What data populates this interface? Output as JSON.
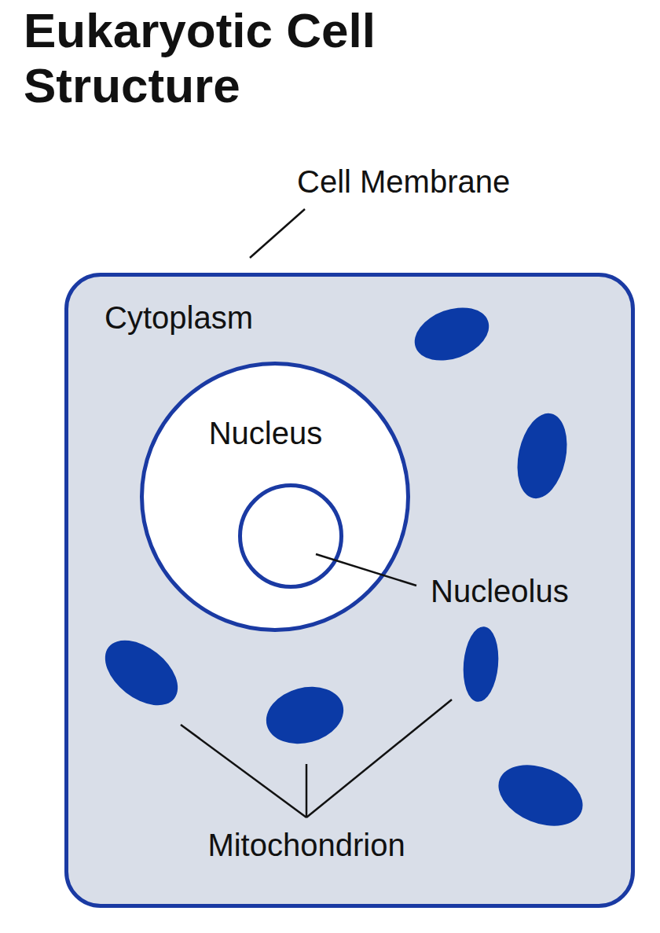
{
  "diagram": {
    "title": "Eukaryotic Cell Structure",
    "nodes": [
      {
        "text": [
          "Cell Membrane",
          "Cytoplasm"
        ]
      },
      {
        "text": [
          "Nucleus"
        ],
        "in": 0
      },
      {
        "text": [
          "Nucleolus"
        ],
        "in": 1
      }
    ],
    "labels": [
      "Mitochondrion"
    ]
  }
}
